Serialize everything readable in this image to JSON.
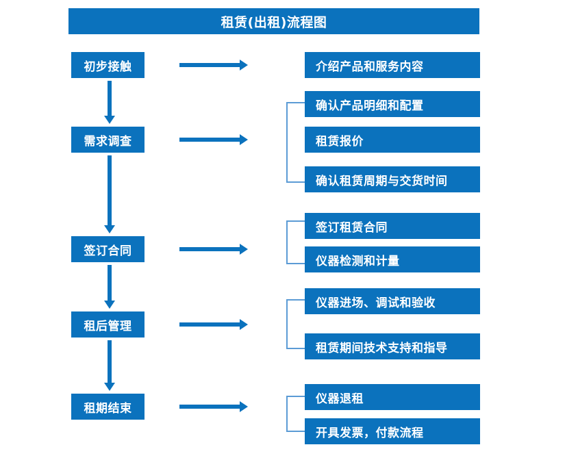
{
  "diagram": {
    "title": "租赁(出租)流程图",
    "colors": {
      "box_fill": "#0b72bd",
      "box_text": "#ffffff",
      "arrow": "#0b72bd",
      "bracket": "#5b9bd5",
      "background": "#ffffff"
    },
    "stages": [
      {
        "label": "初步接触"
      },
      {
        "label": "需求调查"
      },
      {
        "label": "签订合同"
      },
      {
        "label": "租后管理"
      },
      {
        "label": "租期结束"
      }
    ],
    "task_groups": [
      {
        "stage": "初步接触",
        "has_bracket": false,
        "tasks": [
          {
            "label": "介绍产品和服务内容"
          }
        ]
      },
      {
        "stage": "需求调查",
        "has_bracket": true,
        "tasks": [
          {
            "label": "确认产品明细和配置"
          },
          {
            "label": "租赁报价"
          },
          {
            "label": "确认租赁周期与交货时间"
          }
        ]
      },
      {
        "stage": "签订合同",
        "has_bracket": true,
        "tasks": [
          {
            "label": "签订租赁合同"
          },
          {
            "label": "仪器检测和计量"
          }
        ]
      },
      {
        "stage": "租后管理",
        "has_bracket": true,
        "tasks": [
          {
            "label": "仪器进场、调试和验收"
          },
          {
            "label": "租赁期间技术支持和指导"
          }
        ]
      },
      {
        "stage": "租期结束",
        "has_bracket": true,
        "tasks": [
          {
            "label": "仪器退租"
          },
          {
            "label": "开具发票，付款流程"
          }
        ]
      }
    ]
  }
}
